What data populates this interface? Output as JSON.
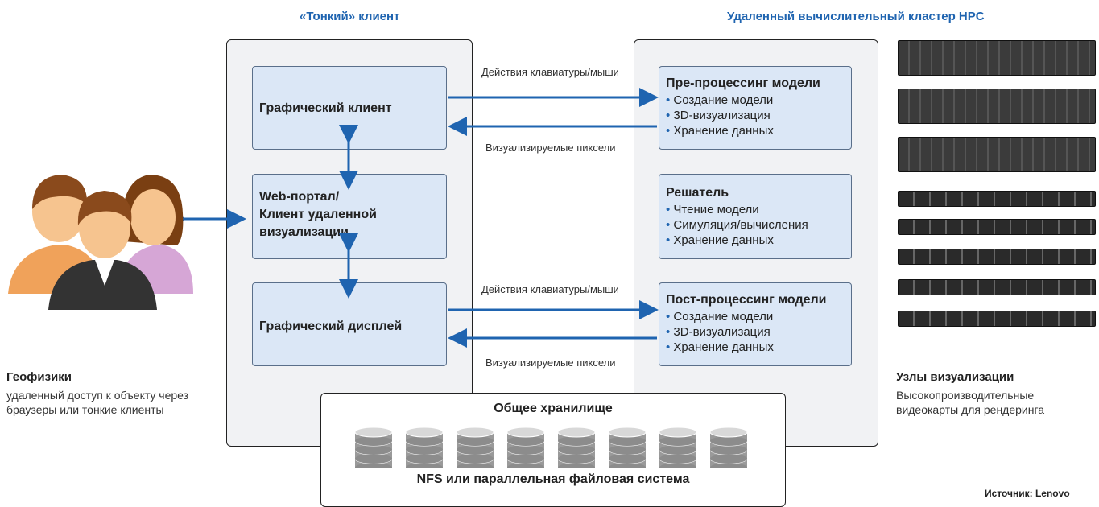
{
  "headings": {
    "thin_client": "«Тонкий» клиент",
    "hpc_cluster": "Удаленный вычислительный кластер HPC"
  },
  "client_boxes": {
    "graphic_client": "Графический клиент",
    "web_portal_line1": "Web-портал/",
    "web_portal_line2": "Клиент удаленной",
    "web_portal_line3": "визуализации",
    "graphic_display": "Графический дисплей"
  },
  "cluster_boxes": {
    "preprocessing": {
      "title": "Пре-процессинг модели",
      "items": [
        "Создание модели",
        "3D-визуализация",
        "Хранение данных"
      ]
    },
    "solver": {
      "title": "Решатель",
      "items": [
        "Чтение модели",
        "Симуляция/вычисления",
        "Хранение данных"
      ]
    },
    "postprocessing": {
      "title": "Пост-процессинг модели",
      "items": [
        "Создание модели",
        "3D-визуализация",
        "Хранение данных"
      ]
    }
  },
  "arrow_labels": {
    "kbd_mouse_top": "Действия клавиатуры/мыши",
    "pixels_top": "Визуализируемые пиксели",
    "kbd_mouse_bottom": "Действия клавиатуры/мыши",
    "pixels_bottom": "Визуализируемые пиксели"
  },
  "storage": {
    "title": "Общее хранилище",
    "footer": "NFS или параллельная файловая система",
    "disk_count": 8
  },
  "geophysicists": {
    "title": "Геофизики",
    "line1": "удаленный доступ к объекту через",
    "line2": "браузеры или тонкие клиенты"
  },
  "vis_nodes": {
    "title": "Узлы визуализации",
    "line1": "Высокопроизводительные",
    "line2": "видеокарты для   рендеринга"
  },
  "source_note": "Источник: Lenovo",
  "colors": {
    "accent": "#1f64b0",
    "box_fill": "#dbe7f6",
    "panel_fill": "#f1f2f4"
  }
}
